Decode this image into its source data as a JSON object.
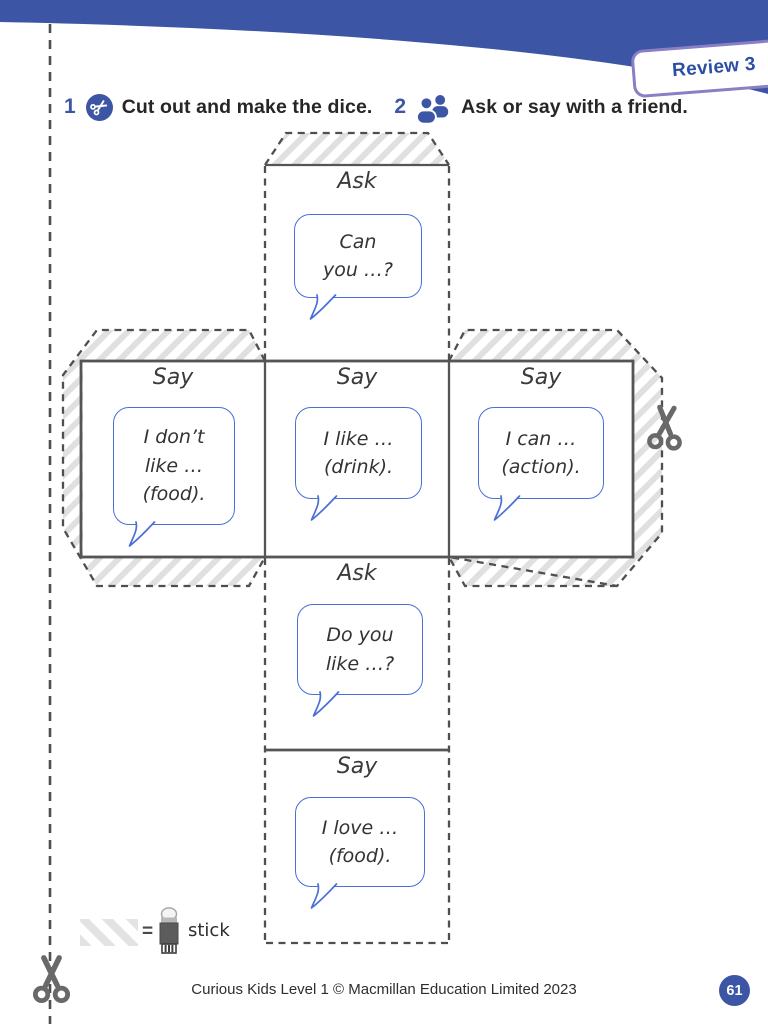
{
  "header": {
    "review_tab": "Review 3",
    "step1": {
      "number": "1",
      "label": "Cut out and make the dice."
    },
    "step2": {
      "number": "2",
      "label": "Ask or say with a friend."
    }
  },
  "net": {
    "faces": [
      {
        "prompt": "Ask",
        "lines": [
          "Can",
          "you …?"
        ]
      },
      {
        "prompt": "Say",
        "lines": [
          "I don’t",
          "like …",
          "(food)."
        ]
      },
      {
        "prompt": "Say",
        "lines": [
          "I like …",
          "(drink)."
        ]
      },
      {
        "prompt": "Say",
        "lines": [
          "I can …",
          "(action)."
        ]
      },
      {
        "prompt": "Ask",
        "lines": [
          "Do you",
          "like …?"
        ]
      },
      {
        "prompt": "Say",
        "lines": [
          "I love …",
          "(food)."
        ]
      }
    ]
  },
  "legend": {
    "equals": "=",
    "label": "stick"
  },
  "footer": {
    "copyright": "Curious Kids Level 1 © Macmillan Education Limited 2023",
    "page_number": "61"
  },
  "colors": {
    "brand_blue": "#3c55a5",
    "review_text_blue": "#2c4ea3",
    "tab_border_purple": "#8a7fc5",
    "bubble_border_blue": "#4a6fd8",
    "cut_line_gray": "#4f4f4f",
    "hatch_gray": "#e0e0e0",
    "scissors_gray": "#696969"
  }
}
